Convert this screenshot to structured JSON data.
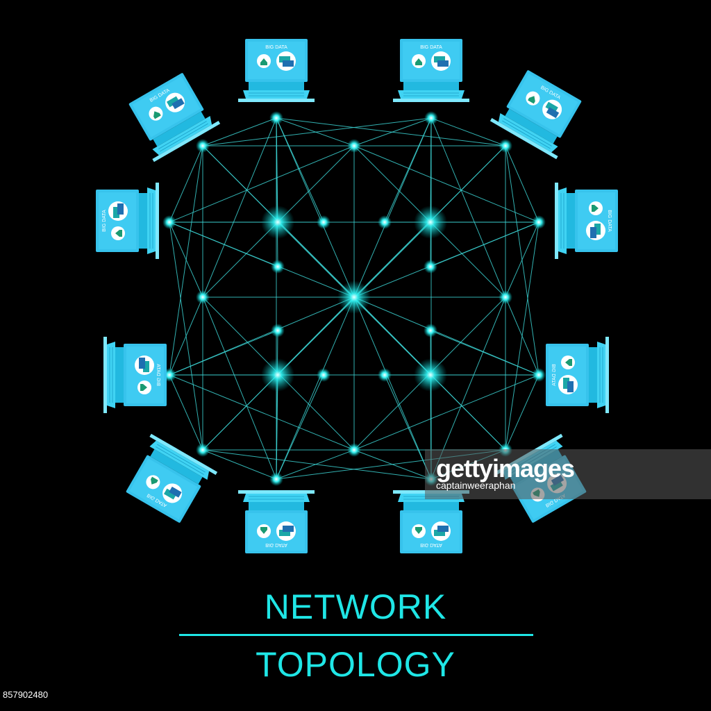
{
  "title": {
    "line1": "NETWORK",
    "line2": "TOPOLOGY"
  },
  "screen_label": "BIG DATA",
  "watermark": {
    "logo": "gettyimages",
    "credit": "captainweeraphan"
  },
  "image_id": "857902480",
  "colors": {
    "background": "#000000",
    "accent": "#1fe6e6",
    "device": "#36c6ee",
    "device_light": "#8fe3fb",
    "line": "#3bd0d0"
  },
  "devices": [
    {
      "name": "laptop-top-left-center"
    },
    {
      "name": "laptop-top-right-center"
    },
    {
      "name": "laptop-upper-left"
    },
    {
      "name": "laptop-upper-right"
    },
    {
      "name": "laptop-left-upper"
    },
    {
      "name": "laptop-right-upper"
    },
    {
      "name": "laptop-left-lower"
    },
    {
      "name": "laptop-right-lower"
    },
    {
      "name": "laptop-lower-left"
    },
    {
      "name": "laptop-lower-right"
    },
    {
      "name": "laptop-bottom-left-center"
    },
    {
      "name": "laptop-bottom-right-center"
    }
  ],
  "icons": [
    "laptop-icon",
    "home-icon",
    "chat-icon"
  ]
}
